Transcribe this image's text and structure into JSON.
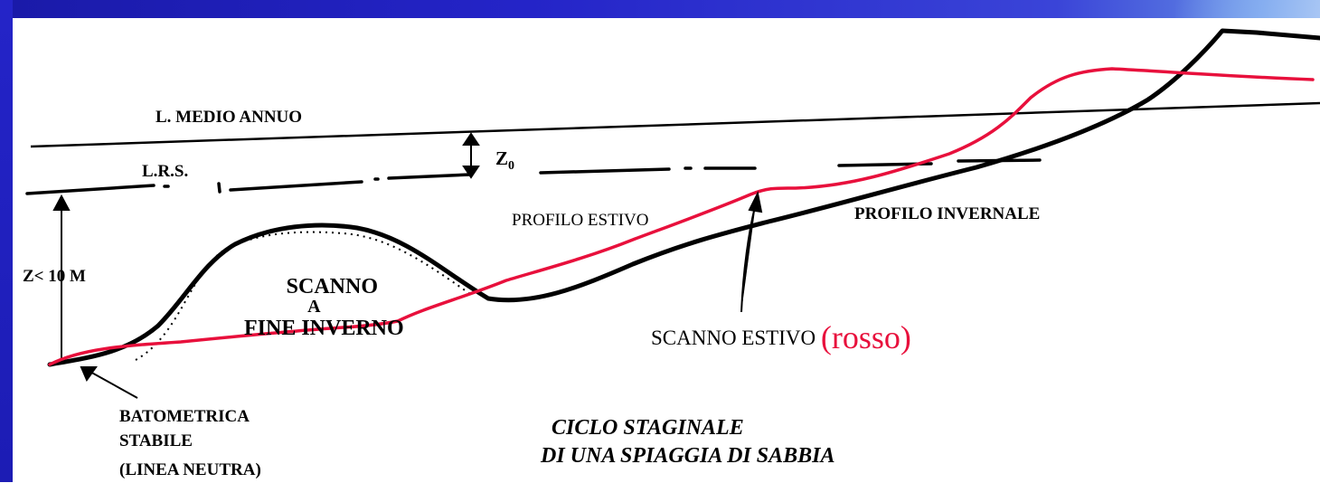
{
  "labels": {
    "l_medio_annuo": "L. MEDIO ANNUO",
    "lrs": "L.R.S.",
    "z0_base": "Z",
    "z0_sub": "0",
    "z_depth": "Z< 10 M",
    "profilo_estivo": "PROFILO ESTIVO",
    "profilo_invernale": "PROFILO INVERNALE",
    "scanno_line1": "SCANNO",
    "scanno_line2": "A",
    "scanno_line3": "FINE INVERNO",
    "scanno_estivo": "SCANNO ESTIVO",
    "rosso": "(rosso)",
    "batometrica_line1": "BATOMETRICA",
    "batometrica_line2": "STABILE",
    "batometrica_line3": "(LINEA NEUTRA)",
    "ciclo_line1": "CICLO STAGINALE",
    "ciclo_line2": "DI UNA SPIAGGIA DI SABBIA"
  },
  "colors": {
    "frame_blue": "#2424c8",
    "summer_profile": "#e8103c",
    "winter_profile": "#000000",
    "rosso_text": "#e8103c"
  }
}
